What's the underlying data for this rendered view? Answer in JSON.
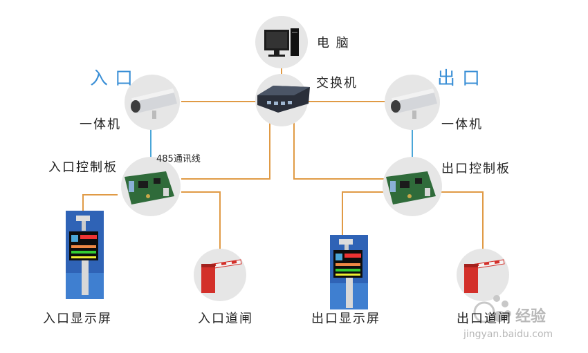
{
  "labels": {
    "computer": "电 脑",
    "switch": "交换机",
    "entrance": "入口",
    "exit": "出口",
    "camera_left": "一体机",
    "camera_right": "一体机",
    "rs485": "485通讯线",
    "entrance_board": "入口控制板",
    "exit_board": "出口控制板",
    "entrance_display": "入口显示屏",
    "entrance_gate": "入口道闸",
    "exit_display": "出口显示屏",
    "exit_gate": "出口道闸"
  },
  "watermark": {
    "brand": "经验",
    "url": "jingyan.baidu.com"
  },
  "colors": {
    "cable": "#e09a45",
    "rs485_cable": "#4aa6d8",
    "accent_title": "#3a8fd6",
    "circle_bg": "#e6e6e6",
    "gate_red": "#d3302a",
    "board_green": "#2f6b3a"
  },
  "icons": [
    "computer-icon",
    "network-switch-icon",
    "camera-icon",
    "control-board-icon",
    "display-screen-icon",
    "barrier-gate-icon",
    "paw-logo-icon"
  ]
}
